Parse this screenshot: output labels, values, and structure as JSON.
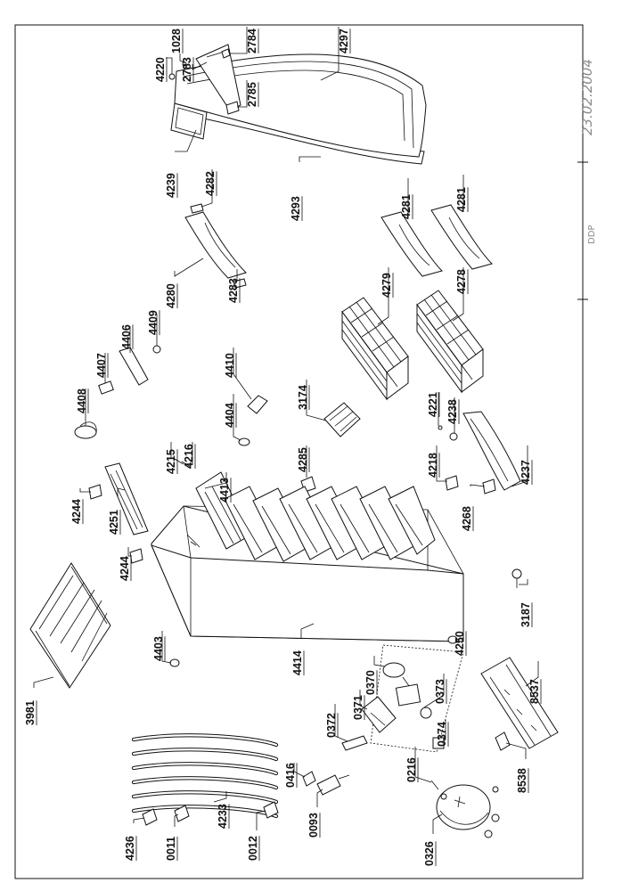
{
  "sheet": {
    "date": "23.02.2004",
    "drawing_code": "DDP"
  },
  "parts": [
    {
      "id": "p4220",
      "label": "4220"
    },
    {
      "id": "p1028",
      "label": "1028"
    },
    {
      "id": "p2783",
      "label": "2783"
    },
    {
      "id": "p2784",
      "label": "2784"
    },
    {
      "id": "p4297",
      "label": "4297"
    },
    {
      "id": "p2785",
      "label": "2785"
    },
    {
      "id": "p4239",
      "label": "4239"
    },
    {
      "id": "p4282",
      "label": "4282"
    },
    {
      "id": "p4293",
      "label": "4293"
    },
    {
      "id": "p4281a",
      "label": "4281"
    },
    {
      "id": "p4281b",
      "label": "4281"
    },
    {
      "id": "p4280",
      "label": "4280"
    },
    {
      "id": "p4283",
      "label": "4283"
    },
    {
      "id": "p4279",
      "label": "4279"
    },
    {
      "id": "p4278",
      "label": "4278"
    },
    {
      "id": "p4409",
      "label": "4409"
    },
    {
      "id": "p4406",
      "label": "4406"
    },
    {
      "id": "p4407",
      "label": "4407"
    },
    {
      "id": "p4410",
      "label": "4410"
    },
    {
      "id": "p4408",
      "label": "4408"
    },
    {
      "id": "p4404",
      "label": "4404"
    },
    {
      "id": "p3174",
      "label": "3174"
    },
    {
      "id": "p4221",
      "label": "4221"
    },
    {
      "id": "p4238",
      "label": "4238"
    },
    {
      "id": "p4215",
      "label": "4215"
    },
    {
      "id": "p4216",
      "label": "4216"
    },
    {
      "id": "p4413",
      "label": "4413"
    },
    {
      "id": "p4285",
      "label": "4285"
    },
    {
      "id": "p4218",
      "label": "4218"
    },
    {
      "id": "p4237",
      "label": "4237"
    },
    {
      "id": "p4244a",
      "label": "4244"
    },
    {
      "id": "p4251",
      "label": "4251"
    },
    {
      "id": "p4268",
      "label": "4268"
    },
    {
      "id": "p4244b",
      "label": "4244"
    },
    {
      "id": "p3187",
      "label": "3187"
    },
    {
      "id": "p4403",
      "label": "4403"
    },
    {
      "id": "p4250",
      "label": "4250"
    },
    {
      "id": "p0370",
      "label": "0370"
    },
    {
      "id": "p8537",
      "label": "8537"
    },
    {
      "id": "p3981",
      "label": "3981"
    },
    {
      "id": "p4414",
      "label": "4414"
    },
    {
      "id": "p0372",
      "label": "0372"
    },
    {
      "id": "p0371",
      "label": "0371"
    },
    {
      "id": "p0373",
      "label": "0373"
    },
    {
      "id": "p0374",
      "label": "0374"
    },
    {
      "id": "p0416",
      "label": "0416"
    },
    {
      "id": "p0216",
      "label": "0216"
    },
    {
      "id": "p8538",
      "label": "8538"
    },
    {
      "id": "p4236",
      "label": "4236"
    },
    {
      "id": "p0011",
      "label": "0011"
    },
    {
      "id": "p4233",
      "label": "4233"
    },
    {
      "id": "p0012",
      "label": "0012"
    },
    {
      "id": "p0093",
      "label": "0093"
    },
    {
      "id": "p0326",
      "label": "0326"
    }
  ]
}
